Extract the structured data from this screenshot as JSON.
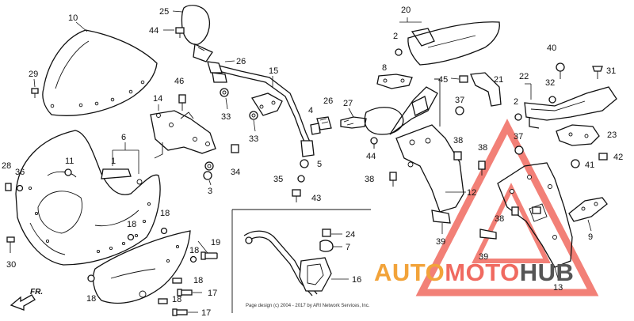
{
  "diagram": {
    "callouts": [
      "1",
      "2",
      "3",
      "4",
      "5",
      "6",
      "7",
      "8",
      "9",
      "10",
      "11",
      "12",
      "13",
      "14",
      "15",
      "16",
      "17",
      "18",
      "19",
      "20",
      "21",
      "22",
      "23",
      "24",
      "25",
      "26",
      "27",
      "28",
      "29",
      "30",
      "31",
      "32",
      "33",
      "34",
      "35",
      "36",
      "37",
      "38",
      "39",
      "40",
      "41",
      "42",
      "43",
      "44",
      "45",
      "46"
    ],
    "direction_label": "FR.",
    "copyright_note": "Page design (c) 2004 - 2017 by ARI Network Services, Inc.",
    "watermark": {
      "text_part1": "AUTO",
      "text_part2": "MOTO",
      "text_part3": "HUB",
      "color_part1": "#f2a33a",
      "color_part2": "#f06a60",
      "color_part3": "#555555",
      "triangle_color": "#f06a60"
    }
  }
}
